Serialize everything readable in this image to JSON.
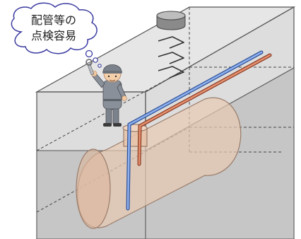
{
  "diagram": {
    "callout": {
      "line1": "配管等の",
      "line2": "点検容易"
    },
    "figures": {
      "worker": "maintenance-worker-with-wrench",
      "tank": "underground-storage-tank",
      "pit": "concrete-tank-chamber",
      "manhole": "manhole-with-ladder-rungs",
      "pipes": [
        "blue-pipe",
        "red-pipe"
      ]
    },
    "colors": {
      "box_face": "#d4d4d4",
      "box_edge": "#555555",
      "tank_fill": "#e8cbb4",
      "tank_edge": "#9a7c6a",
      "pipe_blue": "#3f6fd0",
      "pipe_red": "#c0603a",
      "worker_suit": "#8a9099",
      "bubble_edge": "#3a3aa0"
    }
  }
}
